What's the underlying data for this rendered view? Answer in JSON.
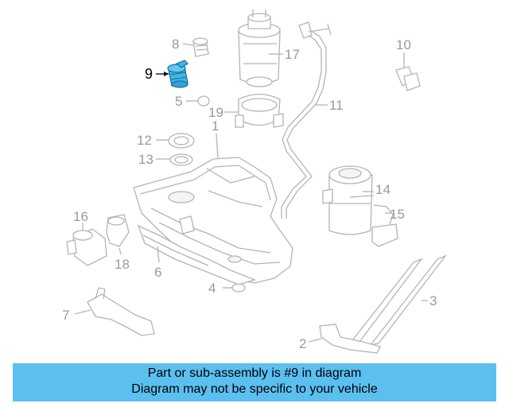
{
  "callouts": {
    "c1": "1",
    "c2": "2",
    "c3": "3",
    "c4": "4",
    "c5": "5",
    "c6": "6",
    "c7": "7",
    "c8": "8",
    "c9": "9",
    "c10": "10",
    "c11": "11",
    "c12": "12",
    "c13": "13",
    "c14": "14",
    "c15": "15",
    "c16": "16",
    "c17": "17",
    "c18": "18",
    "c19": "19"
  },
  "highlight": {
    "part_number": "9",
    "color": "#3fb6e8"
  },
  "caption": {
    "background": "#5bbff0",
    "line1": "Part or sub-assembly is #9 in diagram",
    "line2": "Diagram may not be specific to your vehicle"
  }
}
